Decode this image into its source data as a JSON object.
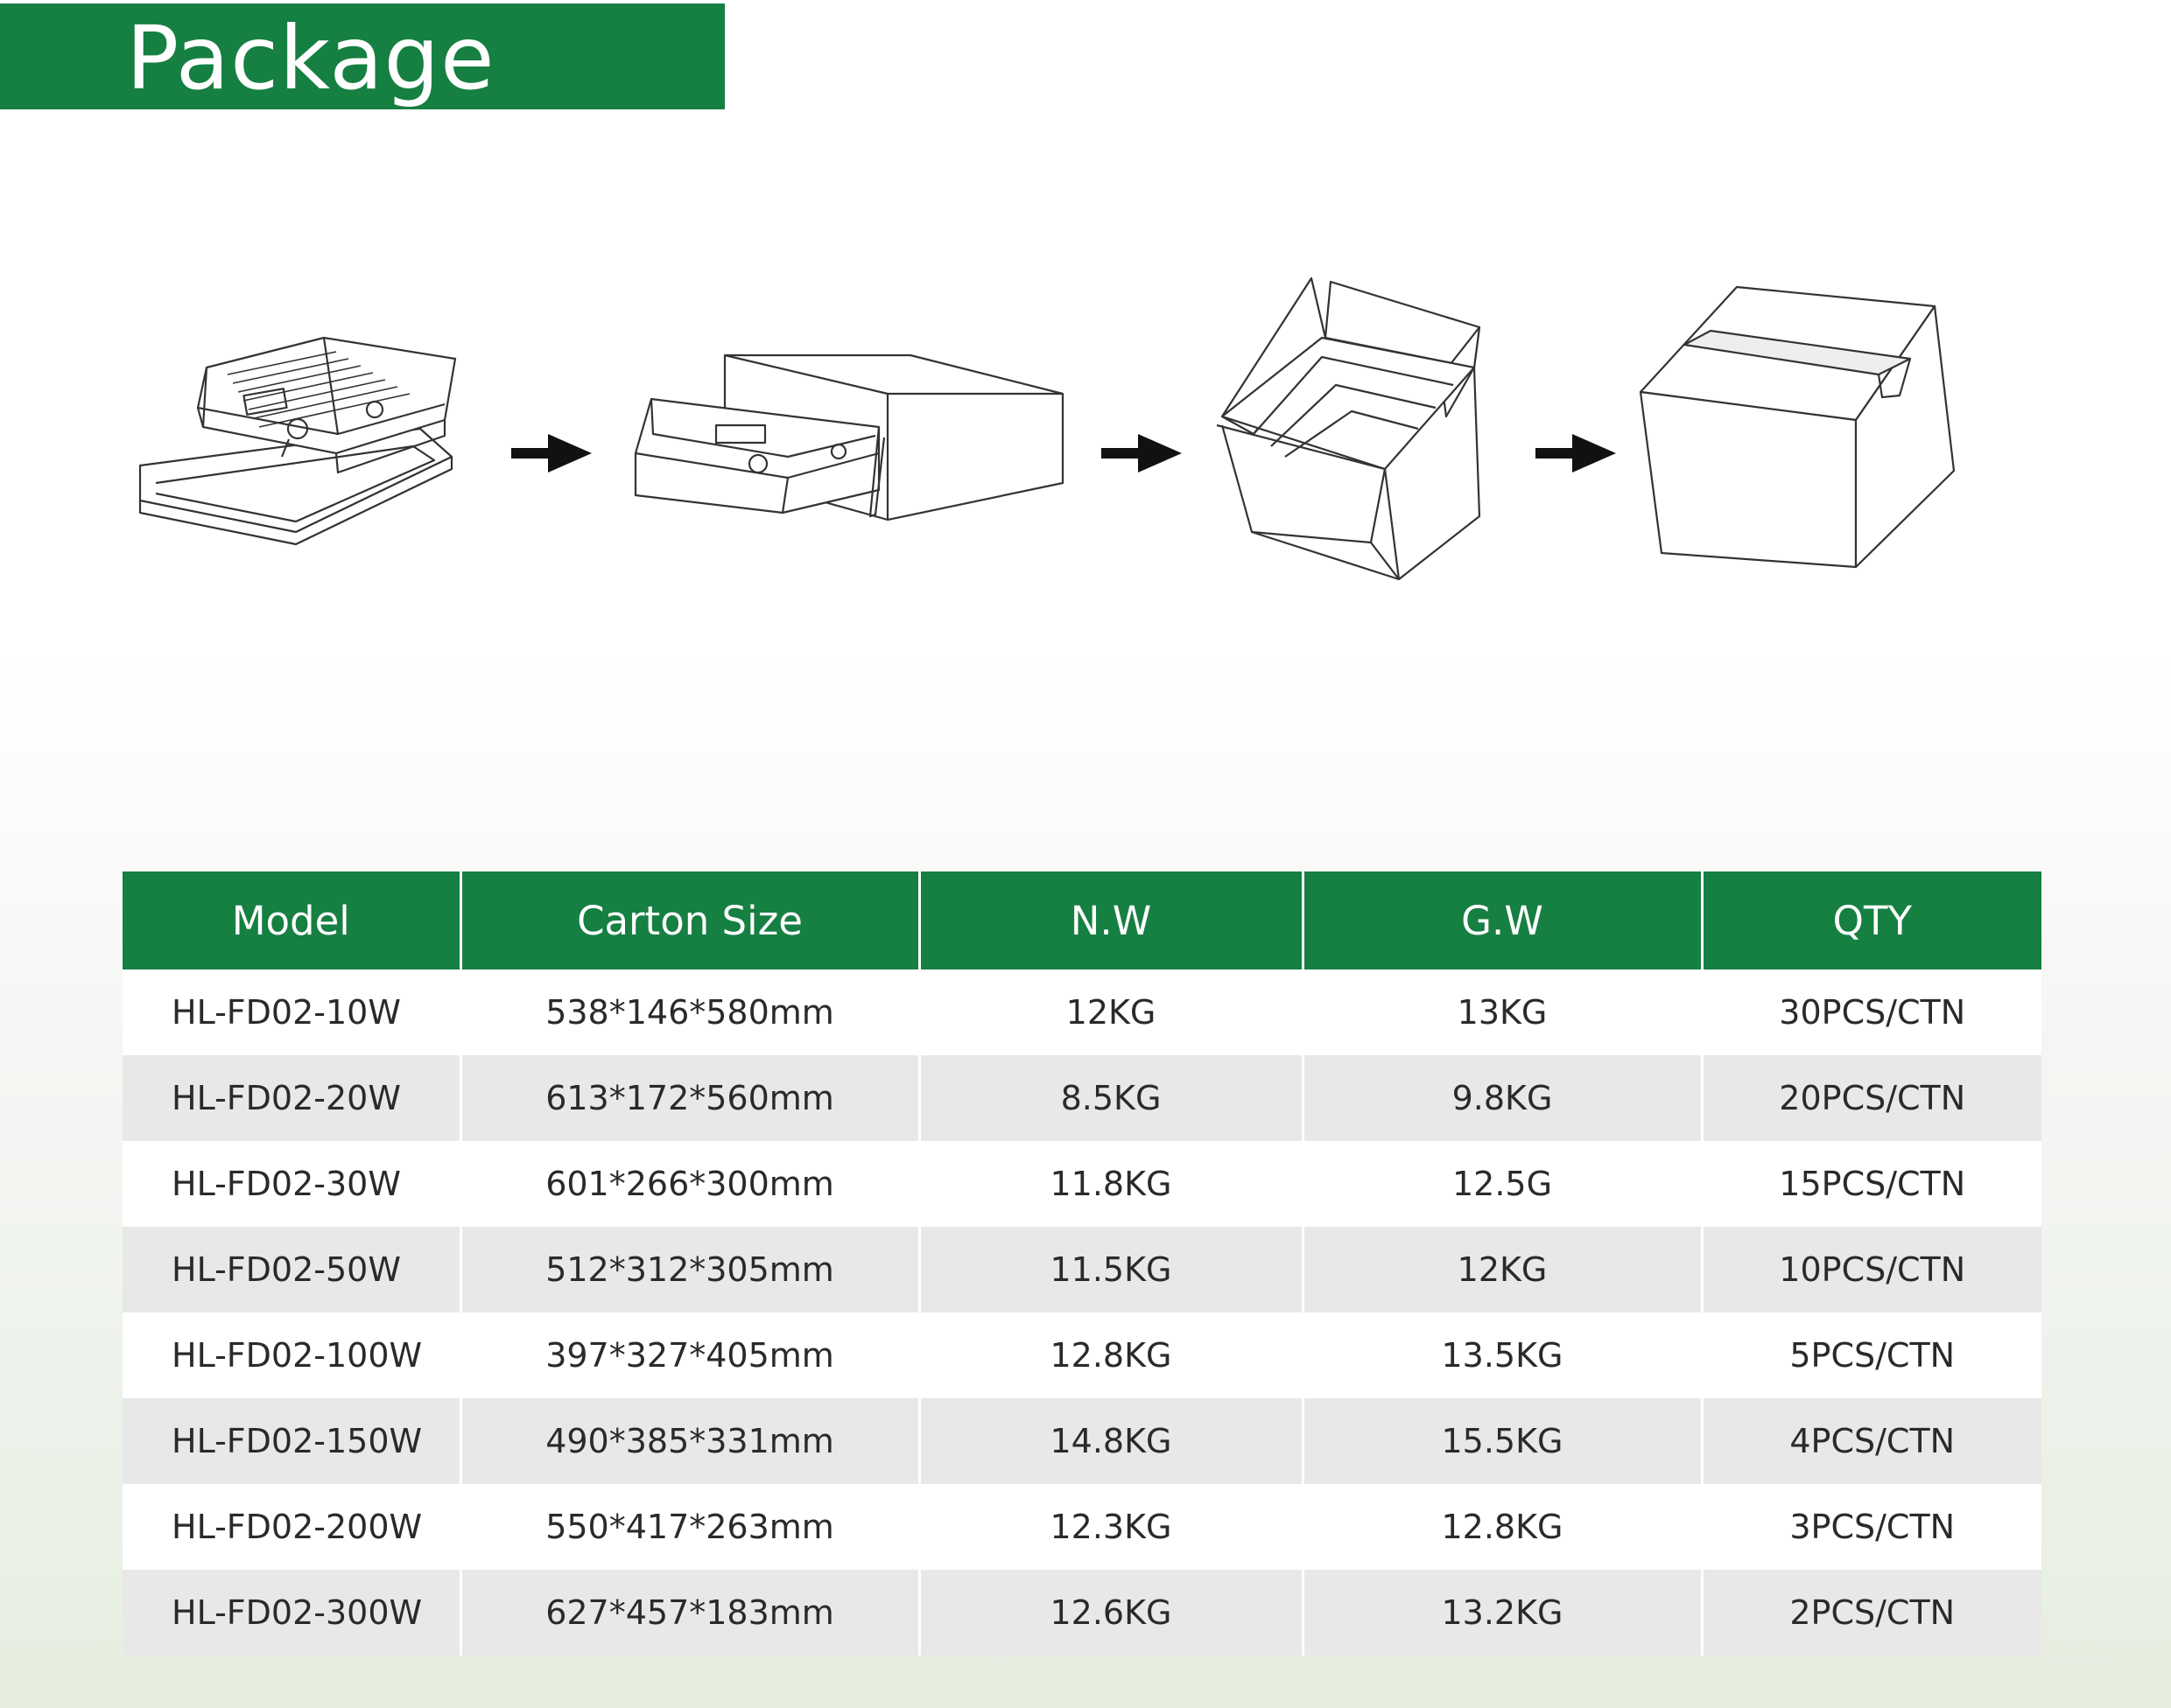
{
  "header": {
    "title": "Package"
  },
  "table": {
    "columns": [
      "Model",
      "Carton Size",
      "N.W",
      "G.W",
      "QTY"
    ],
    "rows": [
      [
        "HL-FD02-10W",
        "538*146*580mm",
        "12KG",
        "13KG",
        "30PCS/CTN"
      ],
      [
        "HL-FD02-20W",
        "613*172*560mm",
        "8.5KG",
        "9.8KG",
        "20PCS/CTN"
      ],
      [
        "HL-FD02-30W",
        "601*266*300mm",
        "11.8KG",
        "12.5G",
        "15PCS/CTN"
      ],
      [
        "HL-FD02-50W",
        "512*312*305mm",
        "11.5KG",
        "12KG",
        "10PCS/CTN"
      ],
      [
        "HL-FD02-100W",
        "397*327*405mm",
        "12.8KG",
        "13.5KG",
        "5PCS/CTN"
      ],
      [
        "HL-FD02-150W",
        "490*385*331mm",
        "14.8KG",
        "15.5KG",
        "4PCS/CTN"
      ],
      [
        "HL-FD02-200W",
        "550*417*263mm",
        "12.3KG",
        "12.8KG",
        "3PCS/CTN"
      ],
      [
        "HL-FD02-300W",
        "627*457*183mm",
        "12.6KG",
        "13.2KG",
        "2PCS/CTN"
      ]
    ]
  },
  "colors": {
    "brand_green": "#167f42",
    "row_alt": "#e8e8e8"
  },
  "icons": [
    "floodlight-on-tray-icon",
    "arrow-right-icon",
    "boxed-light-icon",
    "open-carton-icon",
    "sealed-carton-icon"
  ]
}
